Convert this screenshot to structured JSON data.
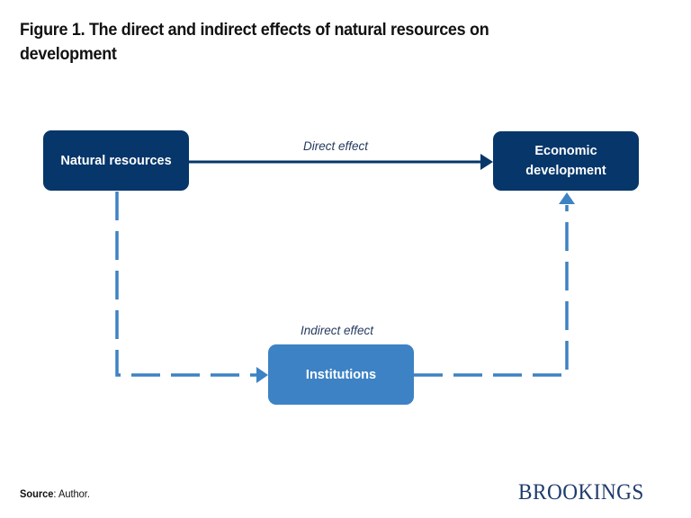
{
  "figure": {
    "title": "Figure 1. The direct and indirect effects of natural resources on development"
  },
  "diagram": {
    "nodes": [
      {
        "id": "natural_resources",
        "label": "Natural resources",
        "color": "#06366a"
      },
      {
        "id": "economic_development",
        "label": "Economic development",
        "color": "#06366a"
      },
      {
        "id": "institutions",
        "label": "Institutions",
        "color": "#3d82c4"
      }
    ],
    "edges": [
      {
        "from": "natural_resources",
        "to": "economic_development",
        "label": "Direct effect",
        "style": "solid",
        "color": "#06366a"
      },
      {
        "from": "natural_resources",
        "to": "institutions",
        "label": "Indirect effect",
        "style": "dashed",
        "color": "#3d82c4"
      },
      {
        "from": "institutions",
        "to": "economic_development",
        "label": "",
        "style": "dashed",
        "color": "#3d82c4"
      }
    ],
    "direct_label": "Direct effect",
    "indirect_label": "Indirect effect"
  },
  "footer": {
    "source_label": "Source",
    "source_text": ": Author.",
    "logo": "BROOKINGS"
  },
  "colors": {
    "dark_navy": "#06366a",
    "light_blue": "#3d82c4",
    "logo": "#1f3b6e"
  }
}
